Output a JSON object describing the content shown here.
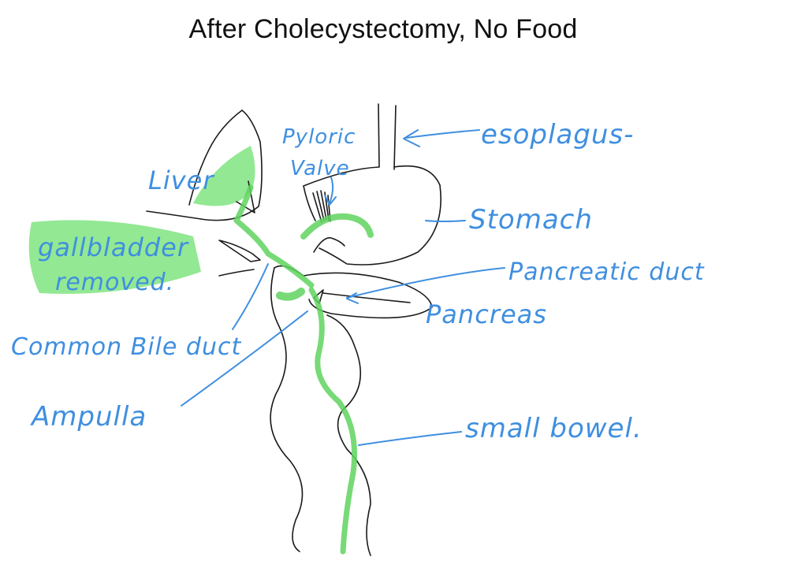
{
  "title": "After Cholecystectomy, No Food",
  "labels": {
    "esophagus": "esoplagus-",
    "pyloric_line1": "Pyloric",
    "pyloric_line2": "Valve",
    "liver": "Liver",
    "stomach": "Stomach",
    "gallbladder_line1": "gallbladder",
    "gallbladder_line2": "removed.",
    "pancreatic_duct": "Pancreatic duct",
    "pancreas": "Pancreas",
    "common_bile_duct": "Common Bile duct",
    "ampulla": "Ampulla",
    "small_bowel": "small bowel."
  },
  "colors": {
    "ink": "#1a1a1a",
    "label": "#3f8fe0",
    "flow": "#5fd35f",
    "highlight": "#6fe06f"
  }
}
